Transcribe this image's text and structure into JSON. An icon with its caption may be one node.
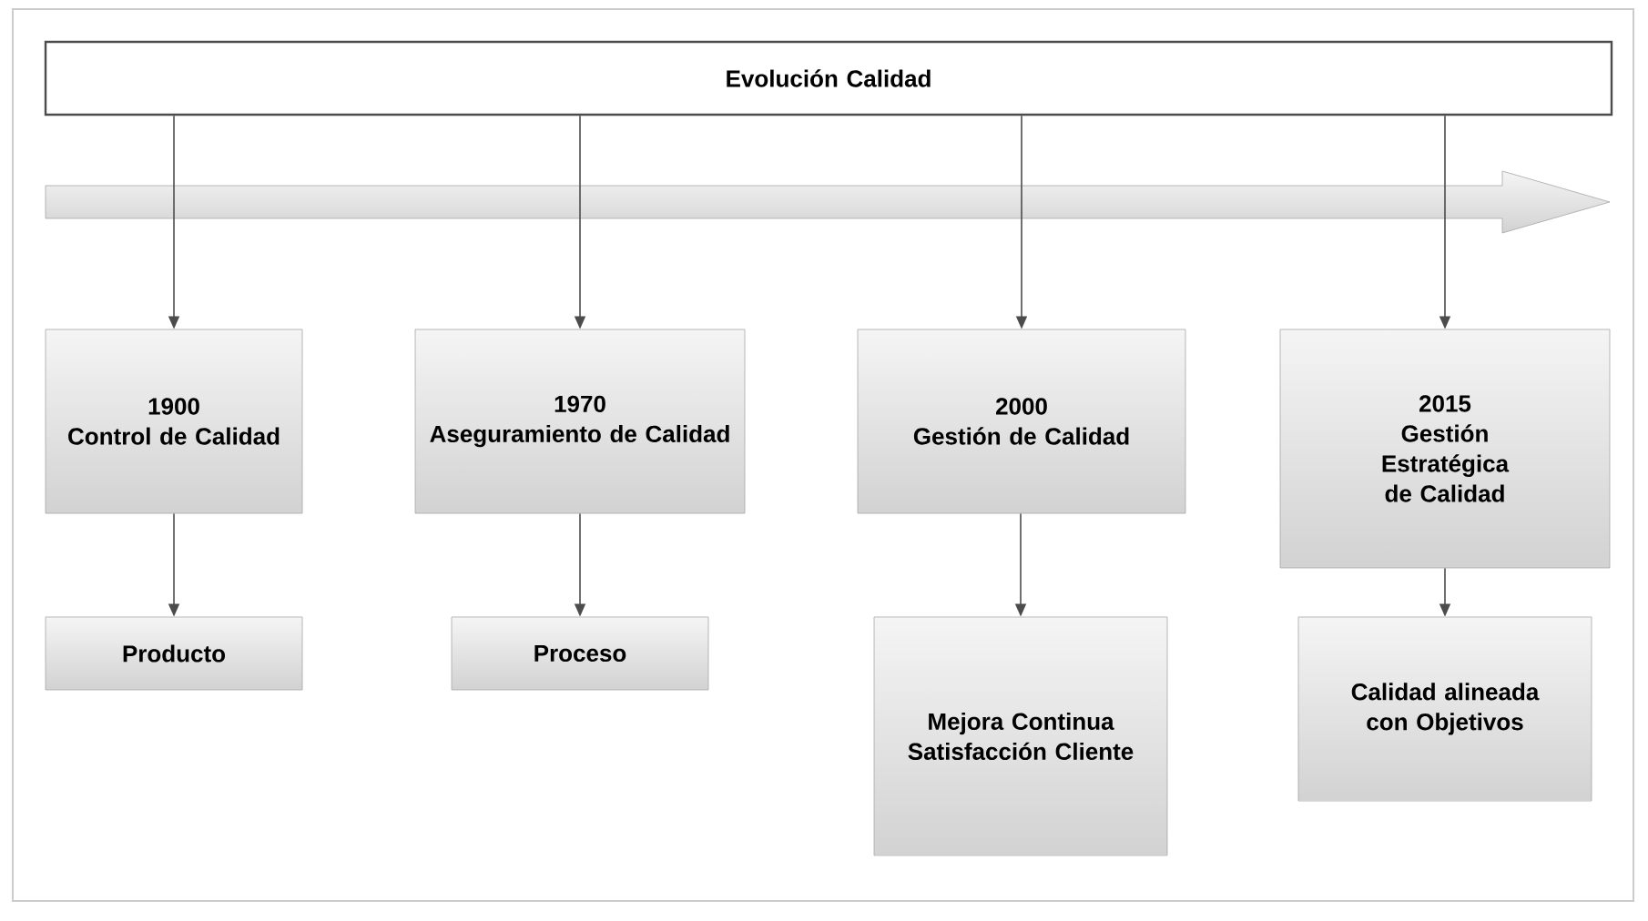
{
  "diagram": {
    "nodes": [
      {
        "text": [
          "Evolución Calidad"
        ]
      },
      {
        "text": [
          "1900",
          "Control de Calidad"
        ]
      },
      {
        "text": [
          "1970",
          "Aseguramiento de Calidad"
        ]
      },
      {
        "text": [
          "2000",
          "Gestión de Calidad"
        ]
      },
      {
        "text": [
          "2015",
          "Gestión Estratégica de Calidad"
        ]
      },
      {
        "text": [
          "Producto"
        ]
      },
      {
        "text": [
          "Proceso"
        ]
      },
      {
        "text": [
          "Mejora Continua Satisfacción Cliente"
        ]
      },
      {
        "text": [
          "Calidad alineada con Objetivos"
        ]
      }
    ],
    "edges": [
      {
        "from": 0,
        "to": 1,
        "arrow": "to"
      },
      {
        "from": 0,
        "to": 2,
        "arrow": "to"
      },
      {
        "from": 0,
        "to": 3,
        "arrow": "to"
      },
      {
        "from": 0,
        "to": 4,
        "arrow": "to"
      },
      {
        "from": 1,
        "to": 5,
        "arrow": "to"
      },
      {
        "from": 2,
        "to": 6,
        "arrow": "to"
      },
      {
        "from": 3,
        "to": 7,
        "arrow": "to"
      },
      {
        "from": 4,
        "to": 8,
        "arrow": "to"
      }
    ]
  }
}
